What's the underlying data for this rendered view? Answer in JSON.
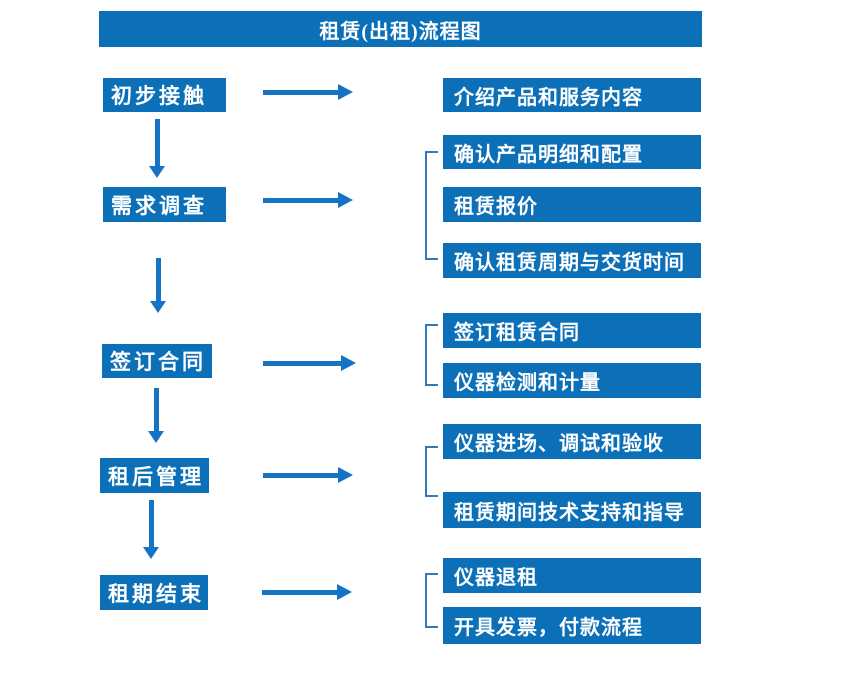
{
  "title": "租赁(出租)流程图",
  "colors": {
    "box_fill": "#0c70b8",
    "arrow": "#1573c6",
    "bracket": "#3379b8",
    "text": "#ffffff",
    "background": "#ffffff"
  },
  "steps": [
    {
      "label": "初步接触",
      "outputs": [
        "介绍产品和服务内容"
      ]
    },
    {
      "label": "需求调查",
      "outputs": [
        "确认产品明细和配置",
        "租赁报价",
        "确认租赁周期与交货时间"
      ]
    },
    {
      "label": "签订合同",
      "outputs": [
        "签订租赁合同",
        "仪器检测和计量"
      ]
    },
    {
      "label": "租后管理",
      "outputs": [
        "仪器进场、调试和验收",
        "租赁期间技术支持和指导"
      ]
    },
    {
      "label": "租期结束",
      "outputs": [
        "仪器退租",
        "开具发票，付款流程"
      ]
    }
  ]
}
